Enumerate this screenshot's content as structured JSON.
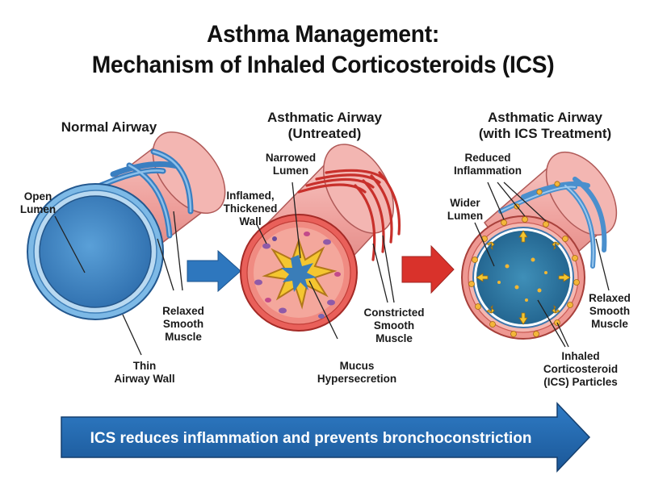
{
  "title": {
    "line1": "Asthma Management:",
    "line2": "Mechanism of Inhaled Corticosteroids (ICS)"
  },
  "panels": {
    "normal": {
      "title": "Normal Airway",
      "labels": {
        "open_lumen": [
          "Open",
          "Lumen"
        ],
        "relaxed_muscle": [
          "Relaxed",
          "Smooth",
          "Muscle"
        ],
        "thin_wall": [
          "Thin",
          "Airway Wall"
        ]
      }
    },
    "untreated": {
      "title": [
        "Asthmatic Airway",
        "(Untreated)"
      ],
      "labels": {
        "narrowed_lumen": [
          "Narrowed",
          "Lumen"
        ],
        "inflamed_wall": [
          "Inflamed,",
          "Thickened",
          "Wall"
        ],
        "constricted_muscle": [
          "Constricted",
          "Smooth",
          "Muscle"
        ],
        "mucus": [
          "Mucus",
          "Hypersecretion"
        ]
      }
    },
    "treated": {
      "title": [
        "Asthmatic Airway",
        "(with ICS Treatment)"
      ],
      "labels": {
        "reduced_inflammation": [
          "Reduced",
          "Inflammation"
        ],
        "wider_lumen": [
          "Wider",
          "Lumen"
        ],
        "relaxed_muscle": [
          "Relaxed",
          "Smooth",
          "Muscle"
        ],
        "ics_particles": [
          "Inhaled",
          "Corticosteroid",
          "(ICS) Particles"
        ]
      }
    }
  },
  "banner": {
    "text": "ICS reduces inflammation and prevents bronchoconstriction"
  },
  "colors": {
    "tube_pink": "#eea8a4",
    "normal_lumen": "#3f86c4",
    "muscle_blue": "#4f93cd",
    "inflamed_red": "#e0504a",
    "mucus_yellow": "#f4c630",
    "arrow_blue": "#2e77be",
    "arrow_red": "#d9322b",
    "banner_blue": "#1f63a8"
  }
}
